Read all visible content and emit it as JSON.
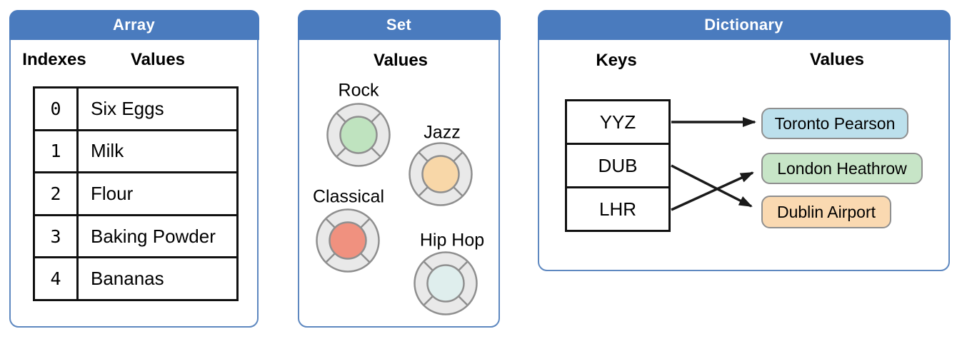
{
  "panels": {
    "array": {
      "title": "Array",
      "index_column_label": "Indexes",
      "value_column_label": "Values",
      "rows": [
        {
          "index": "0",
          "value": "Six Eggs"
        },
        {
          "index": "1",
          "value": "Milk"
        },
        {
          "index": "2",
          "value": "Flour"
        },
        {
          "index": "3",
          "value": "Baking Powder"
        },
        {
          "index": "4",
          "value": "Bananas"
        }
      ]
    },
    "set": {
      "title": "Set",
      "value_column_label": "Values",
      "items": [
        {
          "label": "Rock",
          "color": "#BFE3BF"
        },
        {
          "label": "Jazz",
          "color": "#F8D7A8"
        },
        {
          "label": "Classical",
          "color": "#F0917F"
        },
        {
          "label": "Hip Hop",
          "color": "#DFEEED"
        }
      ]
    },
    "dictionary": {
      "title": "Dictionary",
      "key_column_label": "Keys",
      "value_column_label": "Values",
      "keys": [
        "YYZ",
        "DUB",
        "LHR"
      ],
      "values": [
        {
          "label": "Toronto Pearson",
          "color": "#BCE0EC"
        },
        {
          "label": "London Heathrow",
          "color": "#C7E5C7"
        },
        {
          "label": "Dublin Airport",
          "color": "#FAD9B1"
        }
      ],
      "mappings": [
        {
          "key": "YYZ",
          "value": "Toronto Pearson"
        },
        {
          "key": "DUB",
          "value": "Dublin Airport"
        },
        {
          "key": "LHR",
          "value": "London Heathrow"
        }
      ]
    }
  },
  "colors": {
    "header_blue": "#4A7BBE",
    "panel_border_blue": "#5E88C0",
    "table_border_black": "#111111",
    "token_ring_gray": "#E9E9E9",
    "token_stroke_gray": "#8F8F8F",
    "arrow_black": "#1A1A1A"
  }
}
